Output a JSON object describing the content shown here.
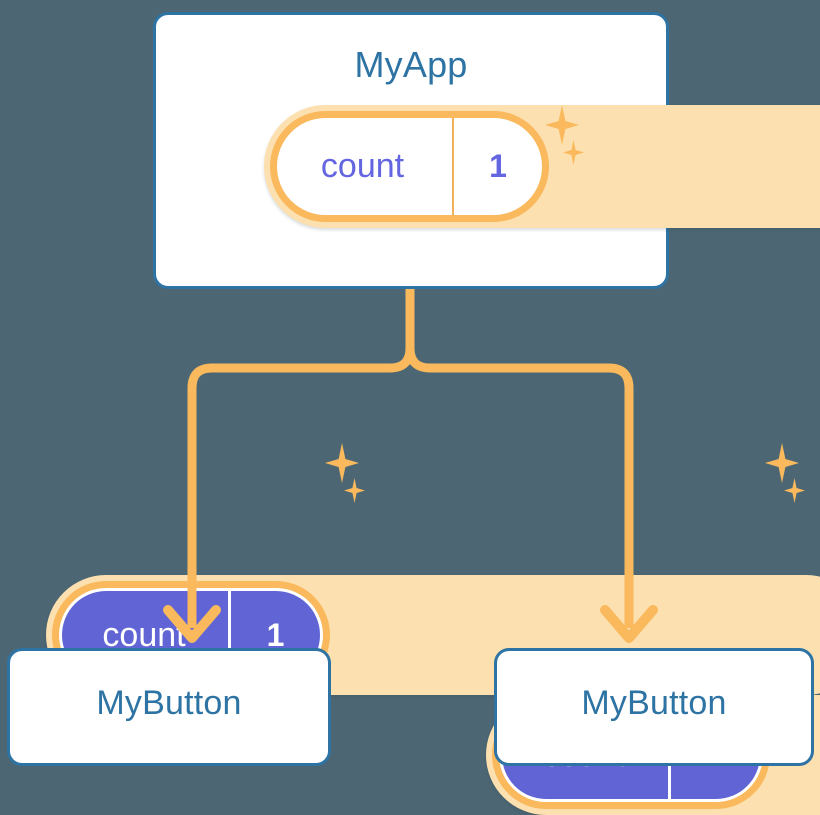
{
  "diagram": {
    "title_text": "MyApp",
    "background_color": "#4c6773",
    "accent_orange": "#f9b95c",
    "accent_orange_light": "#fce0b0",
    "accent_blue": "#2d73a3",
    "accent_purple": "#6164d4"
  },
  "app_card": {
    "title": "MyApp",
    "state_pill": {
      "key": "count",
      "value": "1"
    }
  },
  "children": [
    {
      "state_pill": {
        "key": "count",
        "value": "1"
      },
      "button_card": {
        "title": "MyButton"
      }
    },
    {
      "state_pill": {
        "key": "count",
        "value": "1"
      },
      "button_card": {
        "title": "MyButton"
      }
    }
  ],
  "icons": {
    "sparkle_large": "sparkle-icon",
    "sparkle_small": "sparkle-small-icon",
    "arrow_down": "arrow-down-icon"
  }
}
